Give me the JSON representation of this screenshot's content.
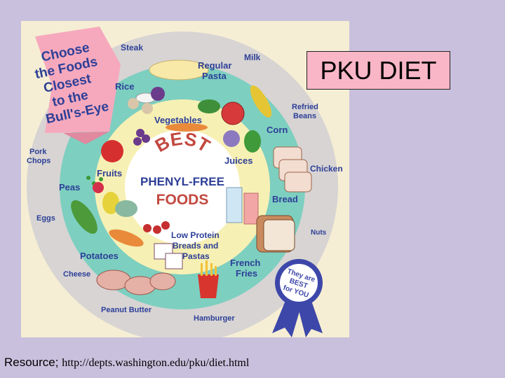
{
  "slide": {
    "title": "PKU DIET",
    "footer_label": "Resource;",
    "footer_url": "http://depts.washington.edu/pku/diet.html",
    "background": "#c9c0dd"
  },
  "poster": {
    "banner_lines": [
      "Choose",
      "the Foods",
      "Closest",
      "to the",
      "Bull's-Eye"
    ],
    "center": {
      "arc_text": "BEST",
      "line1": "PHENYL-FREE",
      "line2": "FOODS"
    },
    "ribbon_lines": [
      "They are",
      "BEST",
      "for YOU"
    ],
    "food_labels": {
      "steak": "Steak",
      "milk": "Milk",
      "regular_pasta_1": "Regular",
      "regular_pasta_2": "Pasta",
      "rice": "Rice",
      "refried_beans_1": "Refried",
      "refried_beans_2": "Beans",
      "vegetables": "Vegetables",
      "corn": "Corn",
      "pork_chops_1": "Pork",
      "pork_chops_2": "Chops",
      "juices": "Juices",
      "chicken": "Chicken",
      "fruits": "Fruits",
      "peas": "Peas",
      "bread": "Bread",
      "eggs": "Eggs",
      "nuts": "Nuts",
      "low_protein_1": "Low Protein",
      "low_protein_2": "Breads and",
      "low_protein_3": "Pastas",
      "potatoes": "Potatoes",
      "french_fries_1": "French",
      "french_fries_2": "Fries",
      "cheese": "Cheese",
      "peanut_butter": "Peanut Butter",
      "hamburger": "Hamburger"
    },
    "colors": {
      "outer_ring": "#d7d4d3",
      "middle_ring": "#7dcfc0",
      "inner_ring": "#f7f0b4",
      "center": "#ffffff",
      "banner": "#f6a9bd",
      "best_text": "#c2483f",
      "ribbon": "#3d47a9"
    }
  }
}
